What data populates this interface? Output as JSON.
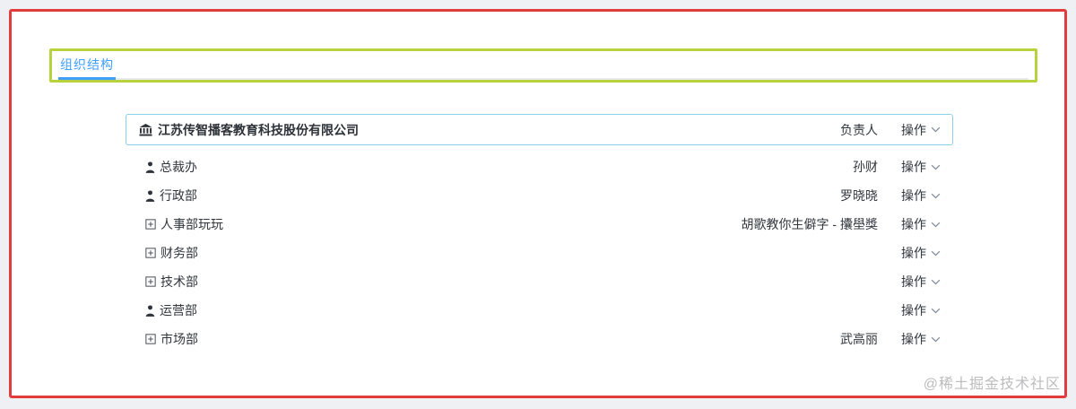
{
  "tabs": {
    "active_label": "组织结构"
  },
  "columns": {
    "manager_header": "负责人"
  },
  "company": {
    "name": "江苏传智播客教育科技股份有限公司",
    "icon": "bank-icon",
    "actions_label": "操作"
  },
  "departments": [
    {
      "name": "总裁办",
      "node_icon": "user-icon",
      "manager": "孙财",
      "actions_label": "操作"
    },
    {
      "name": "行政部",
      "node_icon": "user-icon",
      "manager": "罗晓晓",
      "actions_label": "操作"
    },
    {
      "name": "人事部玩玩",
      "node_icon": "plus-square-icon",
      "manager": "胡歌教你生僻字 - 攮壆獎",
      "actions_label": "操作"
    },
    {
      "name": "财务部",
      "node_icon": "plus-square-icon",
      "manager": "",
      "actions_label": "操作"
    },
    {
      "name": "技术部",
      "node_icon": "plus-square-icon",
      "manager": "",
      "actions_label": "操作"
    },
    {
      "name": "运营部",
      "node_icon": "user-icon",
      "manager": "",
      "actions_label": "操作"
    },
    {
      "name": "市场部",
      "node_icon": "plus-square-icon",
      "manager": "武高丽",
      "actions_label": "操作"
    }
  ],
  "watermark": "@稀土掘金技术社区",
  "colors": {
    "accent_blue": "#409eff",
    "annotation_red": "#e23b3b",
    "annotation_green": "#b6d23c",
    "annotation_cyan": "#8bd2e8",
    "text_dark": "#32373e",
    "watermark_gray": "#bcbcbe"
  }
}
